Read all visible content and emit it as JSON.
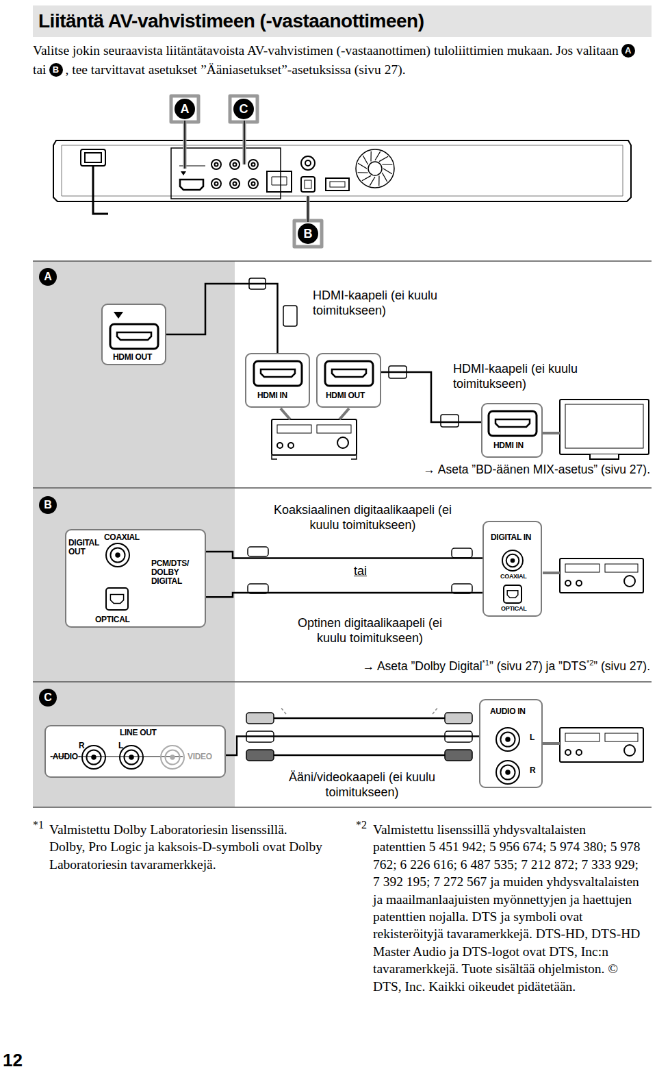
{
  "diagram": {
    "title": "Liitäntä AV-vahvistimeen (-vastaanottimeen)",
    "nodes": [
      {
        "text": [
          "HDMI OUT"
        ]
      },
      {
        "text": [
          "HDMI IN"
        ]
      },
      {
        "text": [
          "HDMI OUT"
        ]
      },
      {
        "text": [
          "HDMI IN"
        ]
      },
      {
        "text": [
          "DIGITAL OUT",
          "COAXIAL",
          "PCM/DTS/ DOLBY DIGITAL",
          "OPTICAL"
        ]
      },
      {
        "text": [
          "DIGITAL IN",
          "COAXIAL",
          "OPTICAL"
        ]
      },
      {
        "text": [
          "LINE OUT",
          "-AUDIO-",
          "R",
          "L",
          "VIDEO"
        ]
      },
      {
        "text": [
          "AUDIO IN",
          "L",
          "R"
        ]
      }
    ],
    "edges": [
      {
        "from": 0,
        "to": 1,
        "arrow": "none",
        "label": "HDMI-kaapeli (ei kuulu toimitukseen)"
      },
      {
        "from": 2,
        "to": 3,
        "arrow": "none",
        "label": "HDMI-kaapeli (ei kuulu toimitukseen)"
      },
      {
        "from": 4,
        "to": 5,
        "arrow": "none",
        "label": "Koaksiaalinen digitaalikaapeli (ei kuulu toimitukseen)"
      },
      {
        "from": 4,
        "to": 5,
        "arrow": "none",
        "label": "Optinen digitaalikaapeli (ei kuulu toimitukseen)"
      },
      {
        "from": 6,
        "to": 7,
        "arrow": "none",
        "label": "Ääni/videokaapeli (ei kuulu toimitukseen)"
      }
    ],
    "labels": [
      "Valitse jokin seuraavista liitäntätavoista AV-vahvistimen (-vastaanottimen) tuloliittimien mukaan. Jos valitaan",
      "A",
      "tai",
      "B",
      ", tee tarvittavat asetukset ”Ääniasetukset”-asetuksissa (sivu 27).",
      "A",
      "C",
      "B",
      "A",
      "→ Aseta ”BD-äänen MIX-asetus” (sivu 27).",
      "B",
      "tai",
      "→ Aseta ”Dolby Digital",
      "*1",
      "” (sivu 27) ja ”DTS",
      "*2",
      "” (sivu 27).",
      "C",
      "*1",
      "Valmistettu Dolby Laboratoriesin lisenssillä. Dolby, Pro Logic ja kaksois-D-symboli ovat Dolby Laboratoriesin tavaramerkkejä.",
      "*2",
      "Valmistettu lisenssillä yhdysvaltalaisten patenttien 5 451 942; 5 956 674; 5 974 380; 5 978 762; 6 226 616; 6 487 535; 7 212 872; 7 333 929; 7 392 195; 7 272 567 ja muiden yhdysvaltalaisten ja maailmanlaajuisten myönnettyjen ja haettujen patenttien nojalla. DTS ja symboli ovat rekisteröityjä tavaramerkkejä. DTS-HD, DTS-HD Master Audio ja DTS-logot ovat DTS, Inc:n tavaramerkkejä. Tuote sisältää ohjelmiston. © DTS, Inc. Kaikki oikeudet pidätetään.",
      "12"
    ]
  }
}
